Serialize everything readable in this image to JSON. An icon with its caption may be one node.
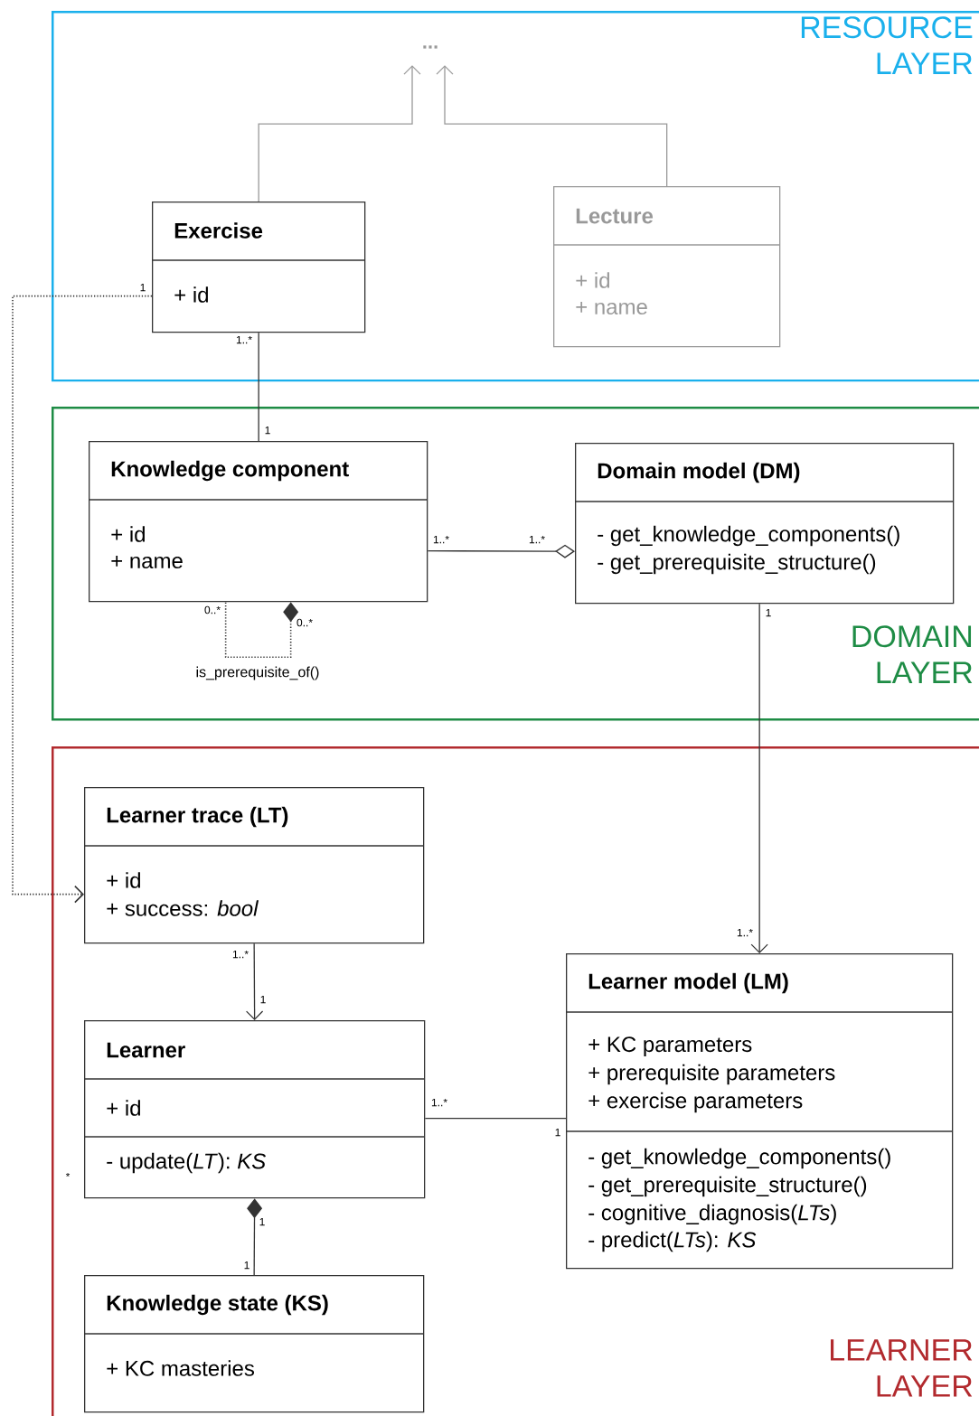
{
  "diagram": {
    "nodes": [
      {
        "text": [
          "RESOURCE LAYER"
        ]
      },
      {
        "text": [
          "..."
        ],
        "in": 0
      },
      {
        "text": [
          "Exercise",
          "+ id"
        ],
        "in": 0
      },
      {
        "text": [
          "Lecture",
          "+ id",
          "+ name"
        ],
        "in": 0
      },
      {
        "text": [
          "DOMAIN LAYER"
        ]
      },
      {
        "text": [
          "Knowledge component",
          "+ id",
          "+ name"
        ],
        "in": 4
      },
      {
        "text": [
          "Domain model (DM)",
          "- get_knowledge_components()",
          "- get_prerequisite_structure()"
        ],
        "in": 4
      },
      {
        "text": [
          "LEARNER LAYER"
        ]
      },
      {
        "text": [
          "Learner trace (LT)",
          "+ id",
          "+ success: *bool*"
        ],
        "in": 7
      },
      {
        "text": [
          "Learner",
          "+ id",
          "- update(*LT*): *KS*"
        ],
        "in": 7
      },
      {
        "text": [
          "Learner model (LM)",
          "+ KC parameters",
          "+ prerequisite parameters",
          "+ exercise parameters",
          "- get_knowledge_components()",
          "- get_prerequisite_structure()",
          "- cognitive_diagnosis(*LTs*)",
          "- predict(*LTs*): *KS*"
        ],
        "in": 7
      },
      {
        "text": [
          "Knowledge state (KS)",
          "+ KC masteries"
        ],
        "in": 7
      }
    ],
    "edges": [
      {
        "from": 2,
        "to": 1,
        "arrow": "to",
        "color": "#999999"
      },
      {
        "from": 3,
        "to": 1,
        "arrow": "to",
        "color": "#999999"
      },
      {
        "from": 2,
        "to": 5,
        "arrow": "none"
      },
      {
        "from": 6,
        "to": 5,
        "arrow": "other"
      },
      {
        "from": 5,
        "to": 5,
        "arrow": "other",
        "style": "dashed",
        "label": "is_prerequisite_of()"
      },
      {
        "from": 6,
        "to": 10,
        "arrow": "to"
      },
      {
        "from": 2,
        "to": 8,
        "arrow": "to",
        "style": "dashed"
      },
      {
        "from": 8,
        "to": 9,
        "arrow": "to"
      },
      {
        "from": 9,
        "to": 10,
        "arrow": "none"
      },
      {
        "from": 9,
        "to": 11,
        "arrow": "other"
      }
    ],
    "labels": [
      "1",
      "1..*",
      "1",
      "1..*",
      "1..*",
      "0..*",
      "0..*",
      "1",
      "1..*",
      "1..*",
      "1",
      "1..*",
      "1",
      "*",
      "1",
      "1"
    ]
  }
}
